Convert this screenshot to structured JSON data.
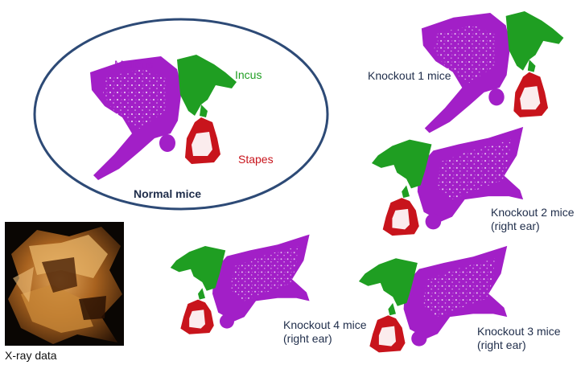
{
  "normal_panel": {
    "title": "Normal mice",
    "labels": {
      "malleus": "Malleus",
      "incus": "Incus",
      "stapes": "Stapes"
    }
  },
  "knockouts": [
    {
      "label": "Knockout 1 mice"
    },
    {
      "label": "Knockout 2 mice\n(right ear)"
    },
    {
      "label": "Knockout 3 mice\n(right ear)"
    },
    {
      "label": "Knockout 4 mice\n(right ear)"
    }
  ],
  "xray": {
    "label": "X-ray data"
  },
  "colors": {
    "malleus": "#a21fc7",
    "incus": "#1f9e22",
    "stapes": "#c8141c",
    "ellipse": "#2d4a76",
    "text": "#1f2d4a"
  }
}
